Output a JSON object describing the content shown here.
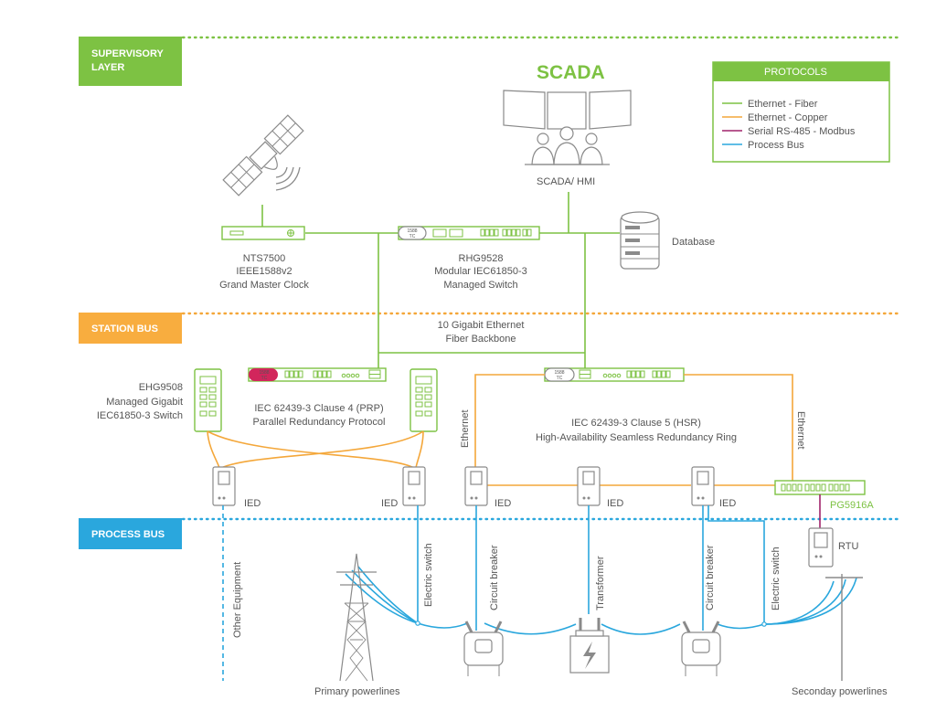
{
  "layers": {
    "supervisory": "SUPERVISORY\nLAYER",
    "station": "STATION BUS",
    "process": "PROCESS BUS"
  },
  "colors": {
    "fiber": "#7dc243",
    "copper": "#f4a73a",
    "serial": "#a0236b",
    "process_bus": "#2aa7dd",
    "supervisory_band": "#7dc243",
    "station_band": "#f8ad3f",
    "process_band": "#2aa7dd"
  },
  "scada": {
    "title": "SCADA",
    "caption": "SCADA/ HMI"
  },
  "protocols": {
    "header": "PROTOCOLS",
    "items": [
      {
        "label": "Ethernet - Fiber",
        "color": "#7dc243"
      },
      {
        "label": "Ethernet - Copper",
        "color": "#f4a73a"
      },
      {
        "label": "Serial RS-485 - Modbus",
        "color": "#a0236b"
      },
      {
        "label": "Process Bus",
        "color": "#2aa7dd"
      }
    ]
  },
  "devices": {
    "nts": {
      "line1": "NTS7500",
      "line2": "IEEE1588v2",
      "line3": "Grand Master Clock"
    },
    "rhg": {
      "line1": "RHG9528",
      "line2": "Modular IEC61850-3",
      "line3": "Managed Switch"
    },
    "database": "Database",
    "backbone": {
      "line1": "10 Gigabit Ethernet",
      "line2": "Fiber Backbone"
    },
    "ehg": {
      "line1": "EHG9508",
      "line2": "Managed Gigabit",
      "line3": "IEC61850-3 Switch"
    },
    "prp": {
      "line1": "IEC 62439-3 Clause 4 (PRP)",
      "line2": "Parallel Redundancy Protocol"
    },
    "hsr": {
      "line1": "IEC 62439-3 Clause 5 (HSR)",
      "line2": "High-Availability Seamless Redundancy Ring"
    },
    "ethernet_left": "Ethernet",
    "ethernet_right": "Ethernet",
    "ied": "IED",
    "pg": "PG5916A",
    "rtu": "RTU",
    "badge_1588": "1588",
    "badge_tc": "TC"
  },
  "process": {
    "other_equipment": "Other Equipment",
    "electric_switch": "Electric switch",
    "circuit_breaker": "Circuit breaker",
    "transformer": "Transformer",
    "primary_powerlines": "Primary powerlines",
    "secondary_powerlines": "Seconday powerlines"
  }
}
